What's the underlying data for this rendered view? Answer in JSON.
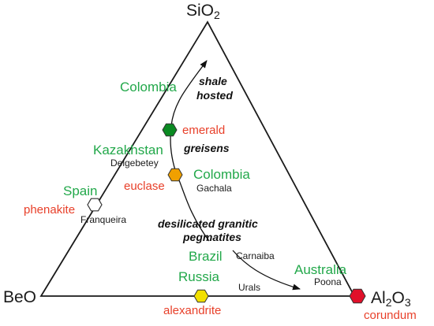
{
  "vertices": {
    "top": {
      "base": "SiO",
      "sub": "2"
    },
    "left": {
      "base": "BeO"
    },
    "right": {
      "base1": "Al",
      "sub1": "2",
      "base2": "O",
      "sub2": "3"
    }
  },
  "localities": {
    "colombia_top": "Colombia",
    "kazakhstan": "Kazakhstan",
    "delgebetey": "Delgebetey",
    "colombia_mid": "Colombia",
    "gachala": "Gachala",
    "spain": "Spain",
    "franqueira": "Franqueira",
    "brazil": "Brazil",
    "carnaiba": "Carnaiba",
    "russia": "Russia",
    "urals": "Urals",
    "australia": "Australia",
    "poona": "Poona"
  },
  "minerals": {
    "emerald": {
      "label": "emerald",
      "color": "#0a8a22"
    },
    "euclase": {
      "label": "euclase",
      "color": "#f0a000"
    },
    "phenakite": {
      "label": "phenakite",
      "color": "#ffffff"
    },
    "alexandrite": {
      "label": "alexandrite",
      "color": "#f2e000"
    },
    "corundum": {
      "label": "corundum",
      "color": "#e0102a"
    }
  },
  "deposit_types": {
    "shale_line1": "shale",
    "shale_line2": "hosted",
    "greisens": "greisens",
    "pegmatite_line1": "desilicated granitic",
    "pegmatite_line2": "pegmatites"
  },
  "colors": {
    "locality": "#22a84a",
    "mineral_label": "#e8402a"
  }
}
